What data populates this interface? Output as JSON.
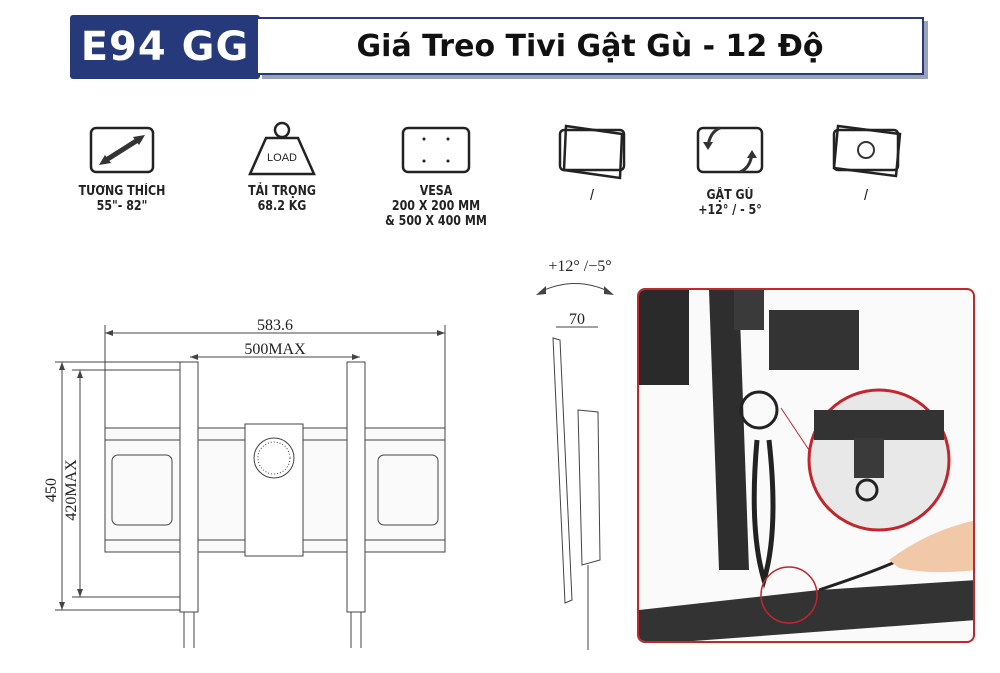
{
  "header": {
    "model": "E94 GG",
    "title": "Giá Treo Tivi Gật Gù - 12 Độ"
  },
  "features": [
    {
      "icon": "diagonal-arrow-icon",
      "line1": "TƯƠNG THÍCH",
      "line2": "55\"- 82\"",
      "line3": ""
    },
    {
      "icon": "load-weight-icon",
      "icon_text": "LOAD",
      "line1": "TẢI TRỌNG",
      "line2": "68.2 KG",
      "line3": ""
    },
    {
      "icon": "vesa-icon",
      "line1": "VESA",
      "line2": "200 X 200 MM",
      "line3": "& 500 X 400 MM"
    },
    {
      "icon": "swivel-icon",
      "line1": "/",
      "line2": "",
      "line3": ""
    },
    {
      "icon": "tilt-icon",
      "line1": "GẬT GÙ",
      "line2": "+12° / - 5°",
      "line3": ""
    },
    {
      "icon": "rotate-icon",
      "line1": "/",
      "line2": "",
      "line3": ""
    }
  ],
  "drawing": {
    "width_total": "583.6",
    "width_max": "500MAX",
    "height_total": "450",
    "height_max": "420MAX",
    "depth": "70",
    "tilt_range": "+12°  /−5°"
  }
}
